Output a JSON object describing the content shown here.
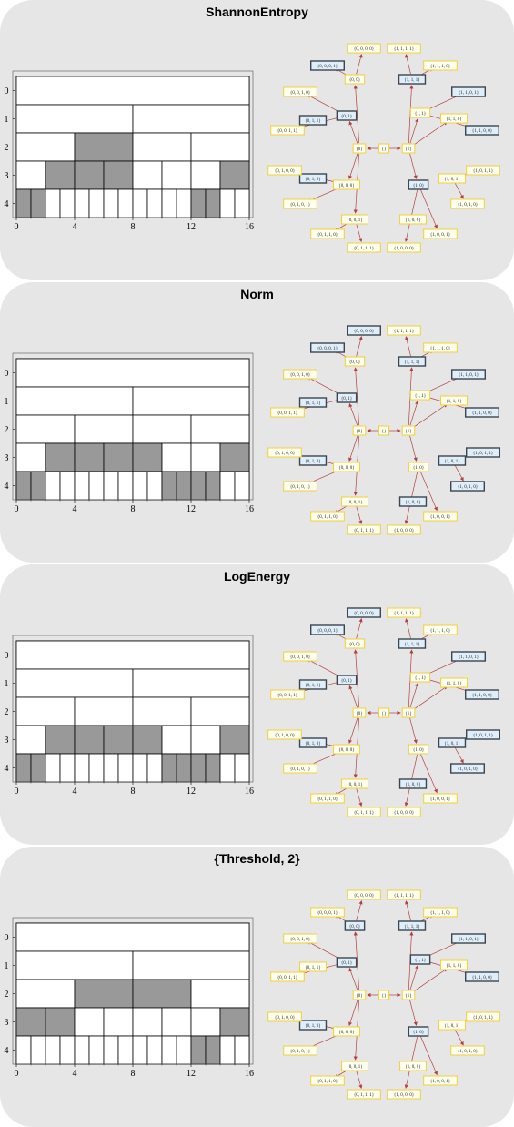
{
  "colors": {
    "panel_bg": "#e6e6e6",
    "filled_cell": "#999999",
    "empty_cell": "#ffffff",
    "node_plain_fill": "#ffffee",
    "node_plain_border": "#f0d24a",
    "node_selected_fill": "#dfeef8",
    "node_selected_border": "#3b4650",
    "edge": "#b04040"
  },
  "axis": {
    "x_ticks": [
      "0",
      "4",
      "8",
      "12",
      "16"
    ],
    "y_ticks": [
      "0",
      "1",
      "2",
      "3",
      "4"
    ]
  },
  "tree_labels": {
    "root": "{}",
    "left": "{0}",
    "right": "{1}",
    "n00": "{0, 0}",
    "n01": "{0, 1}",
    "n10": "{1, 0}",
    "n11": "{1, 1}",
    "n000": "{0, 0, 0}",
    "n001": "{0, 0, 1}",
    "n010": "{0, 1, 0}",
    "n011": "{0, 1, 1}",
    "n100": "{1, 0, 0}",
    "n101": "{1, 0, 1}",
    "n110": "{1, 1, 0}",
    "n111": "{1, 1, 1}",
    "n0000": "{0, 0, 0, 0}",
    "n0001": "{0, 0, 0, 1}",
    "n0010": "{0, 0, 1, 0}",
    "n0011": "{0, 0, 1, 1}",
    "n0100": "{0, 1, 0, 0}",
    "n0101": "{0, 1, 0, 1}",
    "n0110": "{0, 1, 1, 0}",
    "n0111": "{0, 1, 1, 1}",
    "n1000": "{1, 0, 0, 0}",
    "n1001": "{1, 0, 0, 1}",
    "n1010": "{1, 0, 1, 0}",
    "n1011": "{1, 0, 1, 1}",
    "n1100": "{1, 1, 0, 0}",
    "n1101": "{1, 1, 0, 1}",
    "n1110": "{1, 1, 1, 0}",
    "n1111": "{1, 1, 1, 1}"
  },
  "panels": [
    {
      "title": "ShannonEntropy",
      "filled": [
        [],
        [],
        [
          1
        ],
        [
          1,
          2,
          3,
          7
        ],
        [
          0,
          1,
          12,
          13
        ]
      ],
      "selected": [
        "n0001",
        "n01",
        "n111",
        "n1101",
        "n1100",
        "n010",
        "n10",
        "n011"
      ]
    },
    {
      "title": "Norm",
      "filled": [
        [],
        [],
        [],
        [
          1,
          2,
          3,
          4,
          7
        ],
        [
          0,
          1,
          10,
          11,
          12,
          13
        ]
      ],
      "selected": [
        "n0000",
        "n0001",
        "n01",
        "n111",
        "n1101",
        "n1100",
        "n010",
        "n011",
        "n101",
        "n100",
        "n1011",
        "n1010"
      ]
    },
    {
      "title": "LogEnergy",
      "filled": [
        [],
        [],
        [],
        [
          1,
          2,
          3,
          4,
          7
        ],
        [
          0,
          1,
          10,
          11,
          12,
          13
        ]
      ],
      "selected": [
        "n0000",
        "n0001",
        "n01",
        "n111",
        "n1101",
        "n1100",
        "n010",
        "n011",
        "n101",
        "n100",
        "n1011",
        "n1010"
      ]
    },
    {
      "title": "{Threshold, 2}",
      "filled": [
        [],
        [],
        [
          1,
          2
        ],
        [
          0,
          1,
          7
        ],
        [
          12,
          13
        ]
      ],
      "selected": [
        "n00",
        "n111",
        "n1101",
        "n1100",
        "n01",
        "n010",
        "n10",
        "n11"
      ]
    }
  ]
}
